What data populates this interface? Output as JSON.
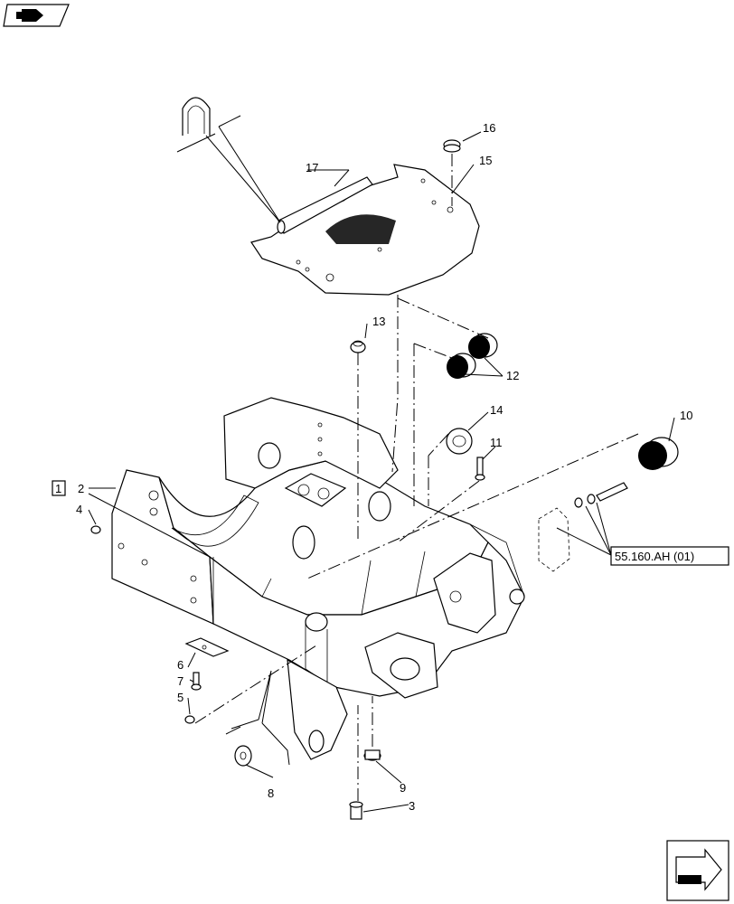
{
  "callouts": {
    "c1": "1",
    "c2": "2",
    "c3": "3",
    "c4": "4",
    "c5": "5",
    "c6": "6",
    "c7": "7",
    "c8": "8",
    "c9": "9",
    "c10": "10",
    "c11": "11",
    "c12": "12",
    "c13": "13",
    "c14": "14",
    "c15": "15",
    "c16": "16",
    "c17": "17"
  },
  "reference": "55.160.AH (01)",
  "icons": {
    "top_left": "book-arrow-icon",
    "bottom_right": "next-page-arrow-icon"
  }
}
